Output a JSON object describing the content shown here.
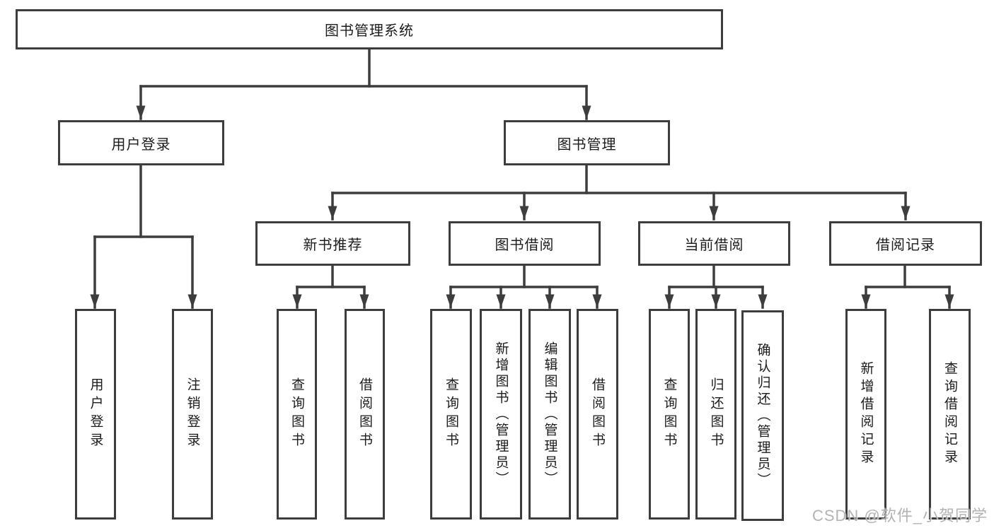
{
  "colors": {
    "line": "#3d3d3d",
    "text": "#1c1c1c",
    "box_bg": "#ffffff",
    "watermark": "#ababab",
    "background": "#ffffff"
  },
  "watermark": "CSDN @软件_小贺同学",
  "tree": {
    "root": {
      "label": "图书管理系统"
    },
    "children": [
      {
        "label": "用户登录",
        "children": [
          {
            "label": "用户登录"
          },
          {
            "label": "注销登录"
          }
        ]
      },
      {
        "label": "图书管理",
        "children": [
          {
            "label": "新书推荐",
            "children": [
              {
                "label": "查询图书"
              },
              {
                "label": "借阅图书"
              }
            ]
          },
          {
            "label": "图书借阅",
            "children": [
              {
                "label": "查询图书"
              },
              {
                "label": "新增图书（管理员）"
              },
              {
                "label": "编辑图书（管理员）"
              },
              {
                "label": "借阅图书"
              }
            ]
          },
          {
            "label": "当前借阅",
            "children": [
              {
                "label": "查询图书"
              },
              {
                "label": "归还图书"
              },
              {
                "label": "确认归还（管理员）"
              }
            ]
          },
          {
            "label": "借阅记录",
            "children": [
              {
                "label": "新增借阅记录"
              },
              {
                "label": "查询借阅记录"
              }
            ]
          }
        ]
      }
    ]
  }
}
